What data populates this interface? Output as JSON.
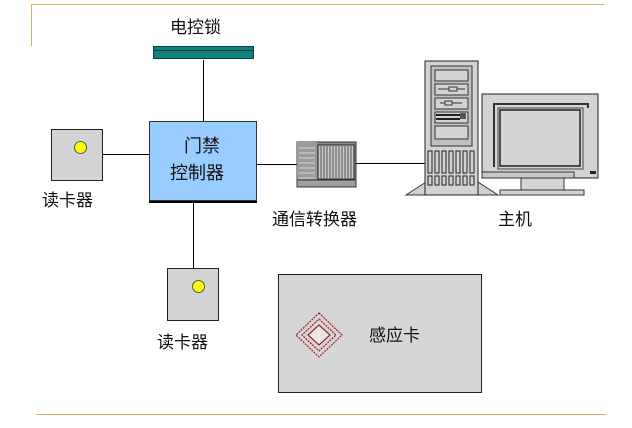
{
  "diagram": {
    "title_lock": "电控锁",
    "controller": {
      "line1": "门禁",
      "line2": "控制器"
    },
    "reader_left": "读卡器",
    "reader_bottom": "读卡器",
    "converter": "通信转换器",
    "host": "主机",
    "card": "感应卡"
  },
  "colors": {
    "frame_accent": "#d4b060",
    "lock_bar": "#138080",
    "controller_fill": "#99ccff",
    "reader_fill": "#d3d3d3",
    "reader_led": "#ffff00",
    "card_fill": "#d6d6d6",
    "card_logo": "#a02020"
  }
}
